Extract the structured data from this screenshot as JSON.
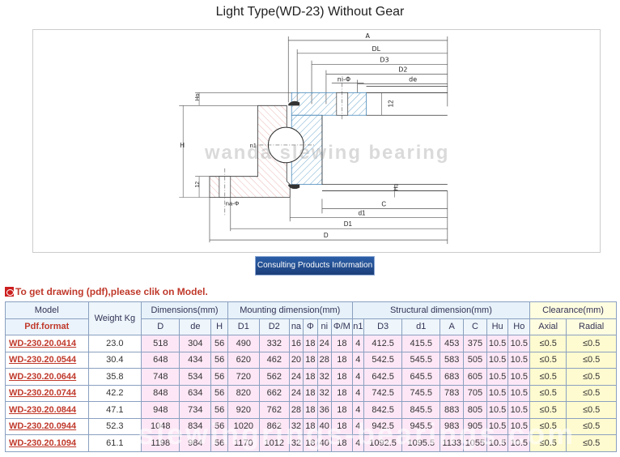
{
  "page": {
    "title": "Light Type(WD-23) Without Gear",
    "consult_button": "Consulting Products Information",
    "pdf_note": "To get drawing (pdf),please clik on Model.",
    "drawing_watermark": "wanda slewing bearing",
    "table_watermark": "slewingrings-bearings.com"
  },
  "drawing_labels": {
    "A": "A",
    "DL": "DL",
    "D3": "D3",
    "D2": "D2",
    "de": "de",
    "ni": "ni-Φ",
    "Ho": "Ho",
    "H": "H",
    "h12": "12",
    "h12b": "12",
    "n1": "n1",
    "na": "na-Φ",
    "Hu": "Hu",
    "C": "C",
    "d1": "d1",
    "D1": "D1",
    "D": "D"
  },
  "table": {
    "head": {
      "model": "Model",
      "pdf": "Pdf.format",
      "weight": "Weight Kg",
      "dimensions": "Dimensions(mm)",
      "mounting": "Mounting dimension(mm)",
      "structural": "Structural dimension(mm)",
      "clearance": "Clearance(mm)",
      "cols": [
        "D",
        "de",
        "H",
        "D1",
        "D2",
        "na",
        "Φ",
        "ni",
        "Φ/M",
        "n1",
        "D3",
        "d1",
        "A",
        "C",
        "Hu",
        "Ho",
        "Axial",
        "Radial"
      ]
    },
    "rows": [
      [
        "WD-230.20.0414",
        "23.0",
        "518",
        "304",
        "56",
        "490",
        "332",
        "16",
        "18",
        "24",
        "18",
        "4",
        "412.5",
        "415.5",
        "453",
        "375",
        "10.5",
        "10.5",
        "≤0.5",
        "≤0.5"
      ],
      [
        "WD-230.20.0544",
        "30.4",
        "648",
        "434",
        "56",
        "620",
        "462",
        "20",
        "18",
        "28",
        "18",
        "4",
        "542.5",
        "545.5",
        "583",
        "505",
        "10.5",
        "10.5",
        "≤0.5",
        "≤0.5"
      ],
      [
        "WD-230.20.0644",
        "35.8",
        "748",
        "534",
        "56",
        "720",
        "562",
        "24",
        "18",
        "32",
        "18",
        "4",
        "642.5",
        "645.5",
        "683",
        "605",
        "10.5",
        "10.5",
        "≤0.5",
        "≤0.5"
      ],
      [
        "WD-230.20.0744",
        "42.2",
        "848",
        "634",
        "56",
        "820",
        "662",
        "24",
        "18",
        "32",
        "18",
        "4",
        "742.5",
        "745.5",
        "783",
        "705",
        "10.5",
        "10.5",
        "≤0.5",
        "≤0.5"
      ],
      [
        "WD-230.20.0844",
        "47.1",
        "948",
        "734",
        "56",
        "920",
        "762",
        "28",
        "18",
        "36",
        "18",
        "4",
        "842.5",
        "845.5",
        "883",
        "805",
        "10.5",
        "10.5",
        "≤0.5",
        "≤0.5"
      ],
      [
        "WD-230.20.0944",
        "52.3",
        "1048",
        "834",
        "56",
        "1020",
        "862",
        "32",
        "18",
        "40",
        "18",
        "4",
        "942.5",
        "945.5",
        "983",
        "905",
        "10.5",
        "10.5",
        "≤0.5",
        "≤0.5"
      ],
      [
        "WD-230.20.1094",
        "61.1",
        "1198",
        "984",
        "56",
        "1170",
        "1012",
        "32",
        "18",
        "40",
        "18",
        "4",
        "1092.5",
        "1095.5",
        "1133",
        "1055",
        "10.5",
        "10.5",
        "≤0.5",
        "≤0.5"
      ]
    ]
  }
}
